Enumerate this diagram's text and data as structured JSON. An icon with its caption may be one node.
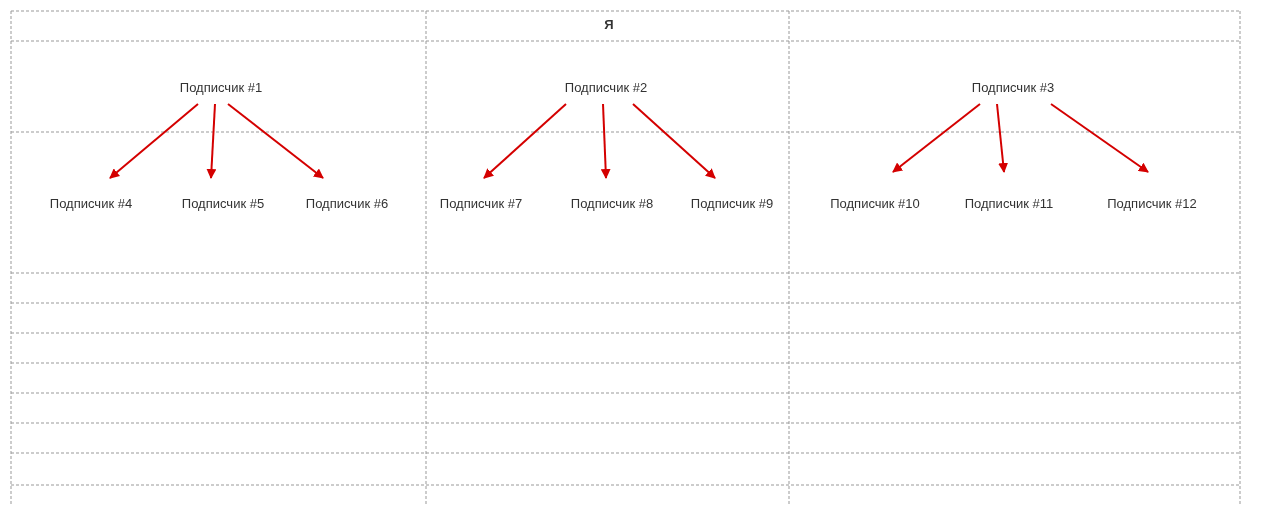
{
  "diagram": {
    "nodes": [
      {
        "text": [
          "Подписчик #1"
        ]
      },
      {
        "text": [
          "Подписчик #2"
        ]
      },
      {
        "text": [
          "Подписчик #3"
        ]
      },
      {
        "text": [
          "Подписчик #4"
        ]
      },
      {
        "text": [
          "Подписчик #5"
        ]
      },
      {
        "text": [
          "Подписчик #6"
        ]
      },
      {
        "text": [
          "Подписчик #7"
        ]
      },
      {
        "text": [
          "Подписчик #8"
        ]
      },
      {
        "text": [
          "Подписчик #9"
        ]
      },
      {
        "text": [
          "Подписчик #10"
        ]
      },
      {
        "text": [
          "Подписчик #11"
        ]
      },
      {
        "text": [
          "Подписчик #12"
        ]
      }
    ],
    "edges": [
      {
        "from": 0,
        "to": 3,
        "arrow": "to"
      },
      {
        "from": 0,
        "to": 4,
        "arrow": "to"
      },
      {
        "from": 0,
        "to": 5,
        "arrow": "to"
      },
      {
        "from": 1,
        "to": 6,
        "arrow": "to"
      },
      {
        "from": 1,
        "to": 7,
        "arrow": "to"
      },
      {
        "from": 1,
        "to": 8,
        "arrow": "to"
      },
      {
        "from": 2,
        "to": 9,
        "arrow": "to"
      },
      {
        "from": 2,
        "to": 10,
        "arrow": "to"
      },
      {
        "from": 2,
        "to": 11,
        "arrow": "to"
      }
    ],
    "labels": [
      "Я"
    ]
  }
}
